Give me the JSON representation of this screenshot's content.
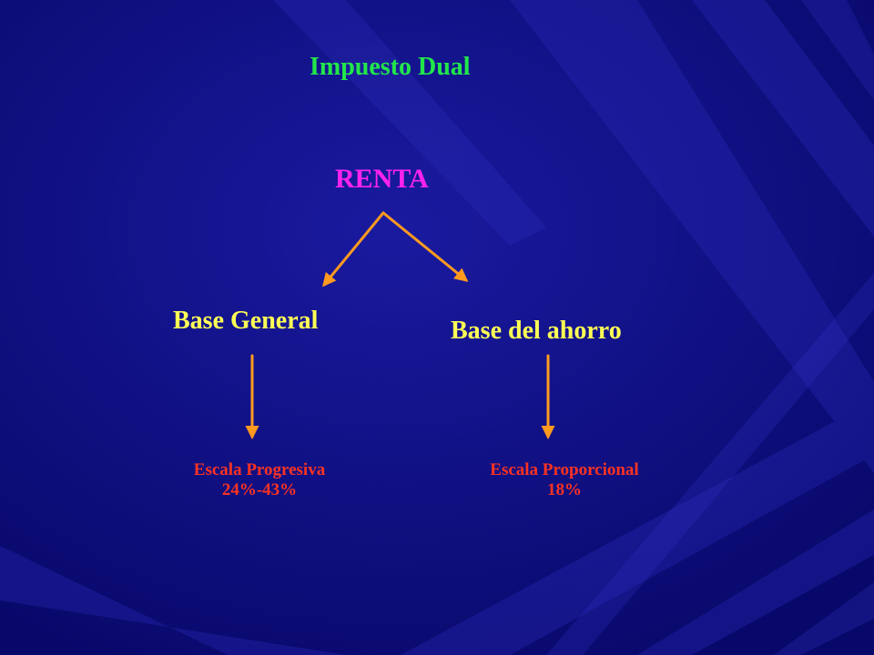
{
  "title": "Impuesto Dual",
  "root": "RENTA",
  "branches": [
    {
      "label": "Base General",
      "leaf": {
        "line1": "Escala Progresiva",
        "line2": "24%-43%"
      }
    },
    {
      "label": "Base del ahorro",
      "leaf": {
        "line1": "Escala Proporcional",
        "line2": "18%"
      }
    }
  ],
  "colors": {
    "background": "#0c0c7a",
    "title": "#22e64a",
    "root": "#ff22ee",
    "branch": "#ffff55",
    "leaf": "#ff3322",
    "connector": "#ff9a1f"
  }
}
